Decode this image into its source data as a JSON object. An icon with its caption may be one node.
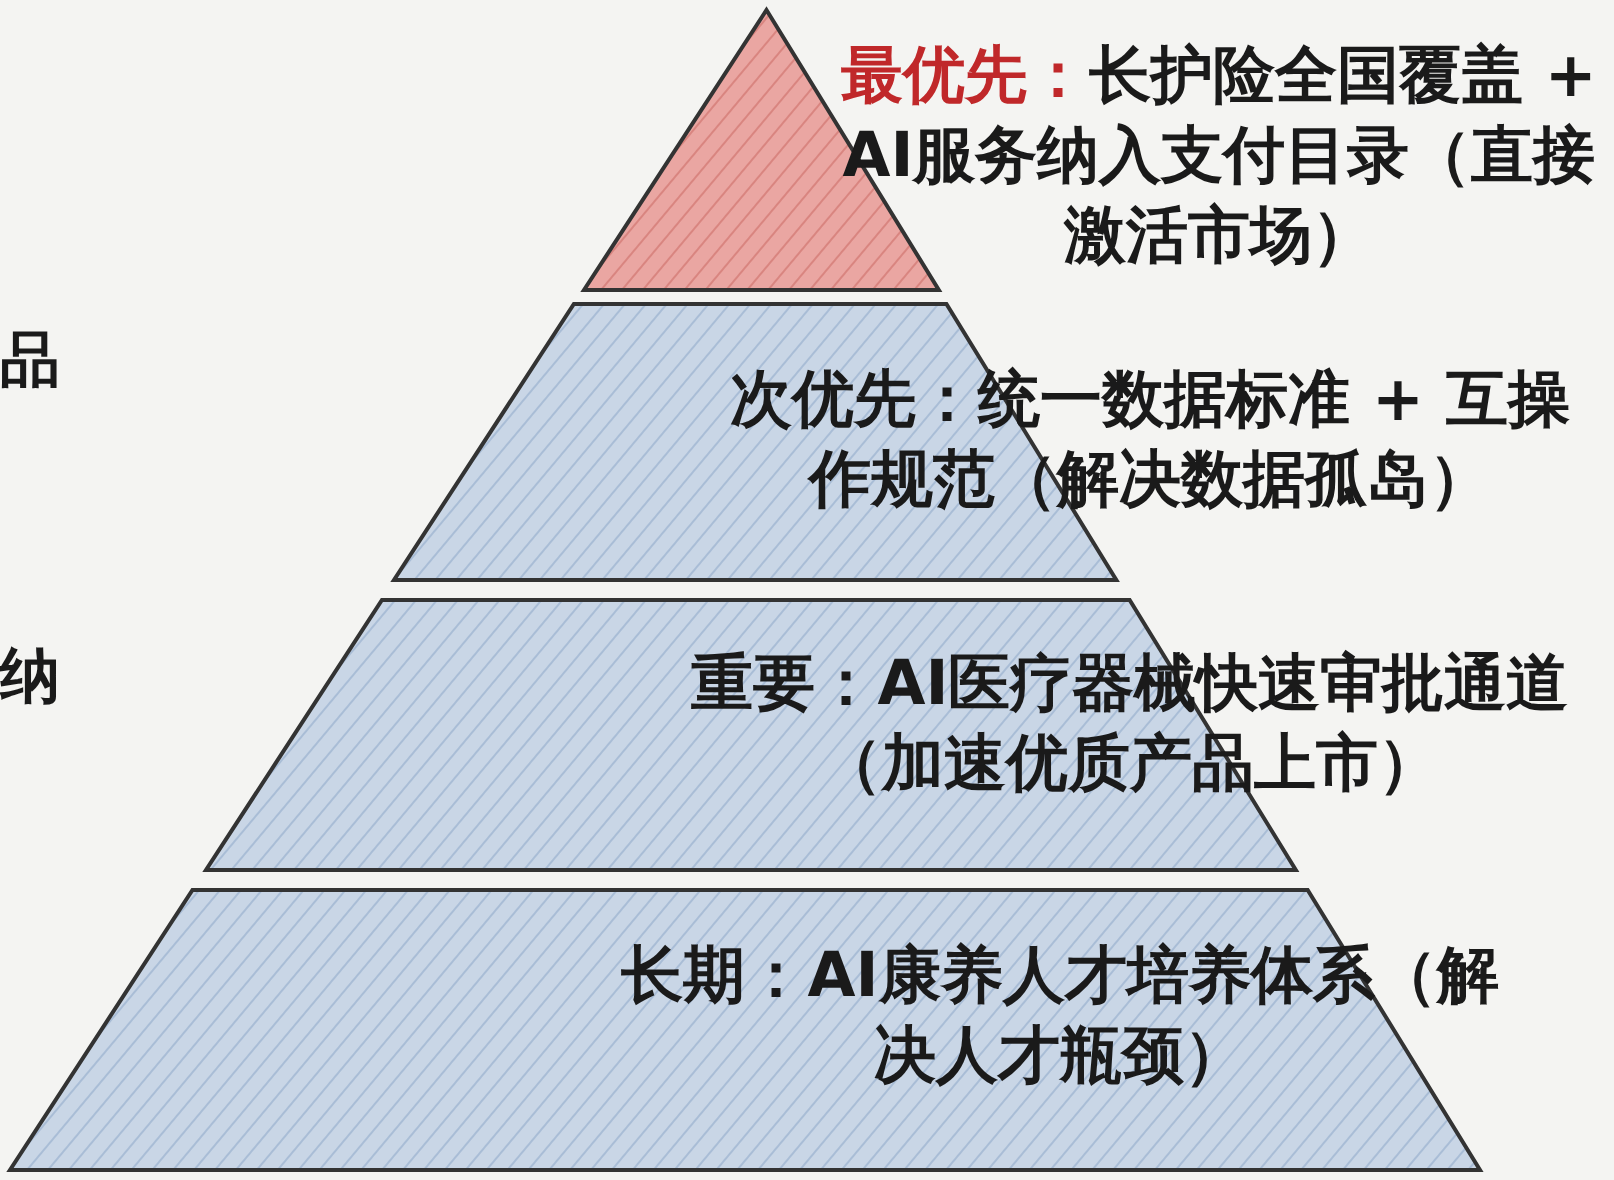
{
  "diagram": {
    "nodes": [
      {
        "text": [
          "最优先：",
          "长护险全国覆盖 + AI服务纳入支付目录（直接激活市场）"
        ]
      },
      {
        "text": [
          "次优先：统一数据标准 + 互操作规范（解决数据孤岛）"
        ]
      },
      {
        "text": [
          "重要：AI医疗器械快速审批通道（加速优质产品上市）"
        ]
      },
      {
        "text": [
          "长期：AI康养人才培养体系（解决人才瓶颈）"
        ]
      }
    ],
    "labels": [
      "品",
      "纳"
    ]
  }
}
